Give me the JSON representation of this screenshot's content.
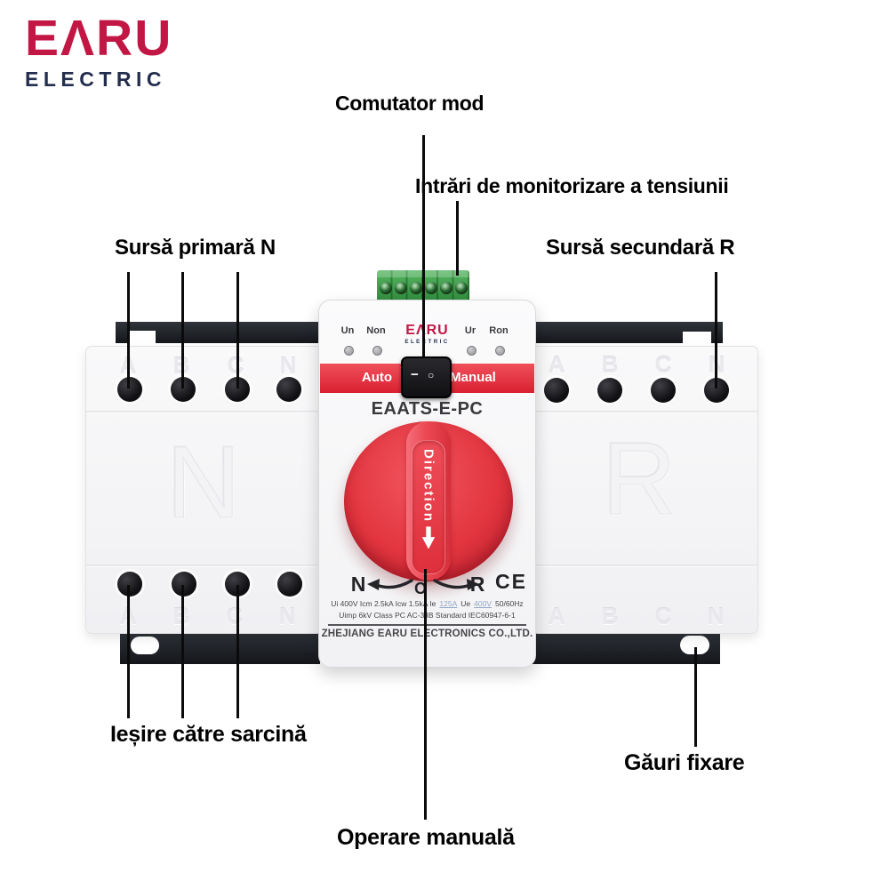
{
  "logo": {
    "brand": "EΛRU",
    "subtitle": "ELECTRIC"
  },
  "annotations": {
    "comutator_mod": "Comutator mod",
    "intrari": "Intrări de monitorizare a tensiunii",
    "sursa_primara": "Sursă primară N",
    "sursa_secundara": "Sursă secundară R",
    "iesire": "Ieșire către sarcină",
    "gauri_fixare": "Găuri fixare",
    "operare_manuala": "Operare manuală"
  },
  "device": {
    "indicator_labels": [
      "Un",
      "Non",
      "Ur",
      "Ron"
    ],
    "brand": "EΛRU",
    "brand_sub": "ELECTRIC",
    "mode_auto": "Auto",
    "mode_manual": "Manual",
    "rocker_off": "−",
    "rocker_on": "○",
    "model": "EAATS-E-PC",
    "knob_label": "Direction",
    "pos_n": "N",
    "pos_o": "O",
    "pos_r": "R",
    "ce": "CE",
    "spec1_a": "Ui 400V Icm 2.5kA Icw 1.5kA Ie",
    "spec1_b": "125A",
    "spec1_c": "Ue",
    "spec1_d": "400V",
    "spec1_e": "50/60Hz",
    "spec2": "Uimp 6kV  Class PC  AC-33B  Standard IEC60947-6-1",
    "company": "ZHEJIANG EARU ELECTRONICS CO.,LTD.",
    "terminals": [
      "A",
      "B",
      "C",
      "N"
    ],
    "section_left": "N",
    "section_right": "R"
  },
  "colors": {
    "brand_red": "#c21745",
    "brand_navy": "#232e4e",
    "device_band_red": "#e5303d",
    "knob_red": "#e73c48",
    "green_terminal": "#3fa04c",
    "rail_black": "#1d2126",
    "callout_line": "#0b0b0b",
    "spec_value_blue": "#93a7c7"
  }
}
